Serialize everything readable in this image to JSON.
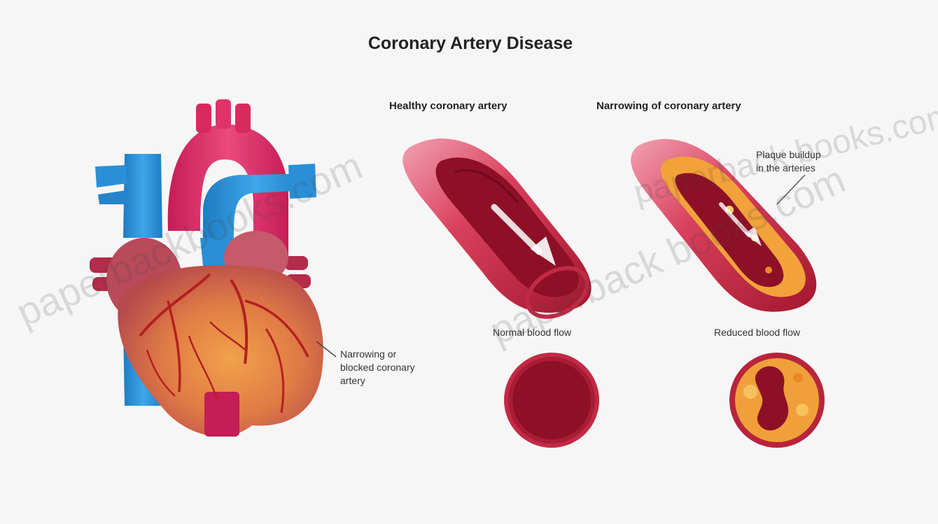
{
  "title": "Coronary Artery Disease",
  "panels": {
    "healthy": {
      "heading": "Healthy coronary artery",
      "flow_label": "Normal blood flow"
    },
    "narrowing": {
      "heading": "Narrowing of coronary artery",
      "plaque_label_line1": "Plaque buildup",
      "plaque_label_line2": "in the arteries",
      "flow_label": "Reduced blood flow"
    }
  },
  "heart": {
    "callout_line1": "Narrowing or",
    "callout_line2": "blocked coronary",
    "callout_line3": "artery"
  },
  "watermarks": [
    "paperbackbooks.com",
    "paperback books.com",
    "paperback books.com"
  ],
  "colors": {
    "artery_wall": "#c0283e",
    "artery_outer": "#e8728a",
    "blood": "#8a0f22",
    "plaque": "#f2a23a",
    "vein_blue": "#2a8fd6",
    "aorta_pink": "#e0366a",
    "heart_muscle": "#c65a5a",
    "heart_fat": "#f3b04c"
  }
}
